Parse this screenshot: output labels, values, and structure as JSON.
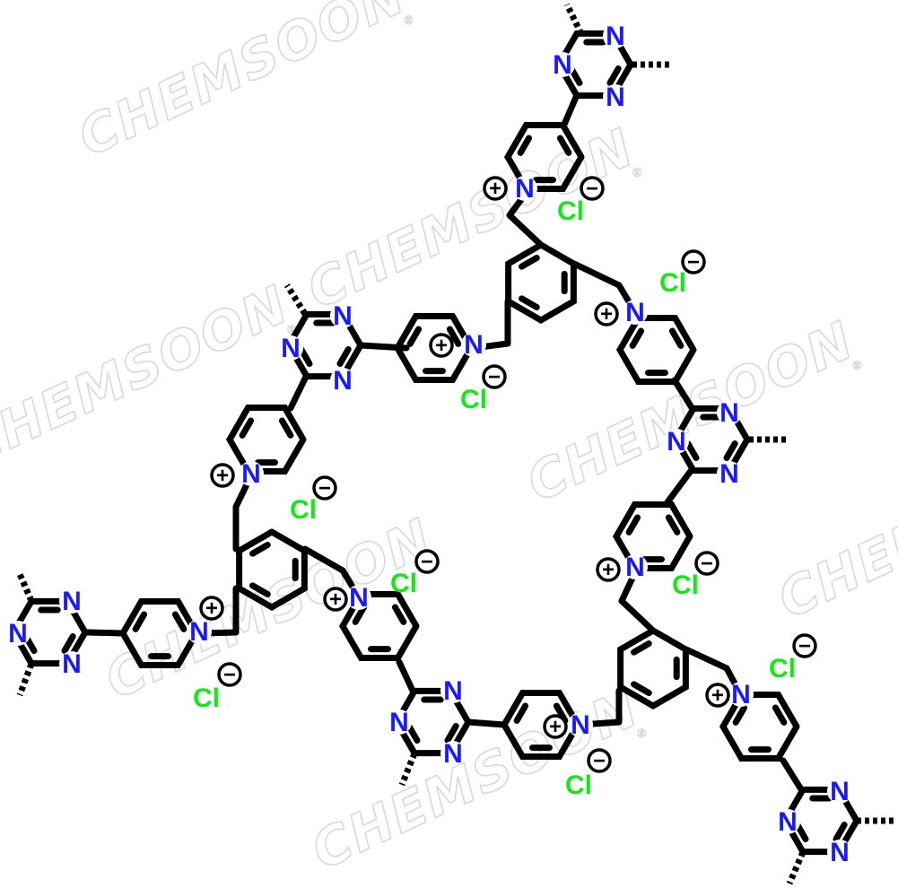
{
  "watermark": {
    "text": "CHEMSOON",
    "registered_mark": "®"
  },
  "atoms": {
    "nitrogen": "N",
    "chloride": "Cl"
  },
  "charges": {
    "plus": "+",
    "minus": "−"
  },
  "colors": {
    "nitrogen": "#1a1aff",
    "chloride": "#19e619",
    "bond": "#000000",
    "watermark": "#d9d9d9",
    "background": "#ffffff"
  },
  "structure": {
    "repeat_unit_count": 3,
    "benzene_cores": 3,
    "triazine_nodes": 6,
    "pyridinium_units": 9,
    "chloride_counterions": 9
  }
}
